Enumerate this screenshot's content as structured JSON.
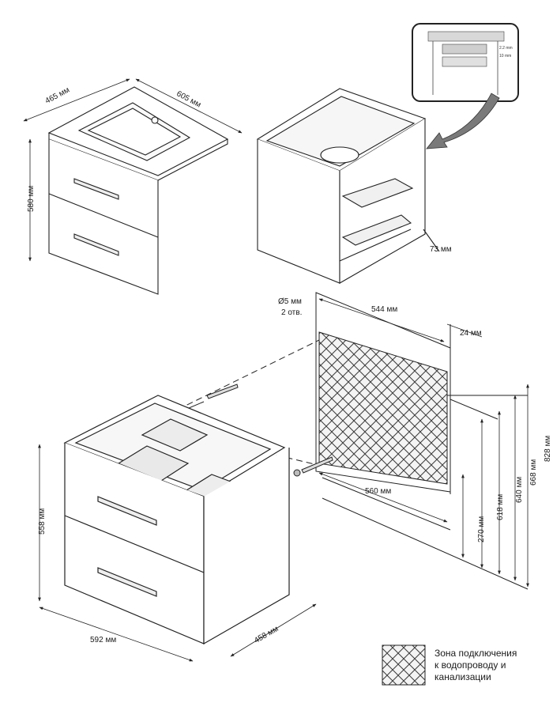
{
  "top_cabinet": {
    "width_label": "605 мм",
    "depth_label": "465 мм",
    "height_label": "580 мм"
  },
  "open_cabinet": {
    "offset_label": "73 мм"
  },
  "detail_inset": {
    "label_a": "2.2 mm",
    "label_b": "10 mm"
  },
  "wall_panel": {
    "hole_diameter_label": "Ø5 мм",
    "hole_count_label": "2 отв.",
    "width_label": "544 мм",
    "edge_label": "24 мм",
    "bottom_width_label": "560 мм",
    "height_labels": [
      "270 мм",
      "618 мм",
      "640 мм",
      "668 мм",
      "828 мм"
    ]
  },
  "bottom_cabinet": {
    "height_label": "558 мм",
    "width_label": "592 мм",
    "depth_label": "458 мм"
  },
  "legend": {
    "line1": "Зона подключения",
    "line2": "к водопроводу и",
    "line3": "канализации"
  }
}
